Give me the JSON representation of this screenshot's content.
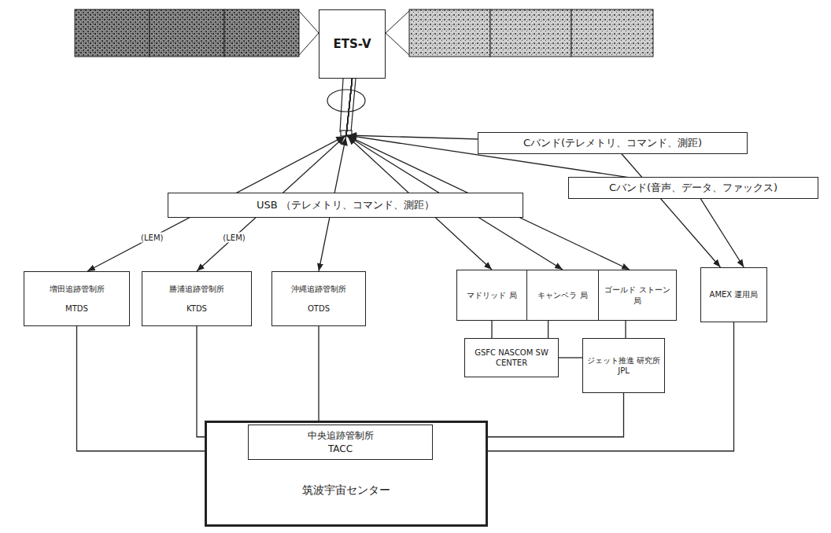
{
  "diagram": {
    "nodes": [
      {
        "text": [
          "ETS-V"
        ]
      },
      {
        "text": [
          "USB （テレメトリ、コマンド、測距）"
        ]
      },
      {
        "text": [
          "増田追跡管制所",
          "MTDS"
        ]
      },
      {
        "text": [
          "勝浦追跡管制所",
          "KTDS"
        ]
      },
      {
        "text": [
          "沖縄追跡管制所",
          "OTDS"
        ]
      },
      {
        "text": [
          "マドリッド 局"
        ]
      },
      {
        "text": [
          "キャンベラ 局"
        ]
      },
      {
        "text": [
          "ゴールド ストーン局"
        ]
      },
      {
        "text": [
          "AMEX 運用局"
        ]
      },
      {
        "text": [
          "GSFC NASCOM SW CENTER"
        ]
      },
      {
        "text": [
          "ジェット推進 研究所 JPL"
        ]
      },
      {
        "text": [
          "筑波宇宙センター"
        ]
      },
      {
        "text": [
          "中央追跡管制所",
          "TACC"
        ],
        "in": 11
      }
    ],
    "edges": [
      {
        "from": 0,
        "to": 2,
        "arrow": "both",
        "label": "(LEM)"
      },
      {
        "from": 0,
        "to": 3,
        "arrow": "both",
        "label": "(LEM)"
      },
      {
        "from": 0,
        "to": 4,
        "arrow": "both"
      },
      {
        "from": 0,
        "to": 5,
        "arrow": "both"
      },
      {
        "from": 0,
        "to": 6,
        "arrow": "both"
      },
      {
        "from": 0,
        "to": 7,
        "arrow": "both"
      },
      {
        "from": 0,
        "to": 8,
        "arrow": "both",
        "label": "Cバンド(テレメトリ、コマンド、測距)"
      },
      {
        "from": 0,
        "to": 8,
        "arrow": "both",
        "label": "Cバンド(音声、データ、ファックス)"
      },
      {
        "from": 2,
        "to": 12,
        "arrow": "none"
      },
      {
        "from": 3,
        "to": 12,
        "arrow": "none"
      },
      {
        "from": 4,
        "to": 12,
        "arrow": "none"
      },
      {
        "from": 5,
        "to": 9,
        "arrow": "none"
      },
      {
        "from": 6,
        "to": 9,
        "arrow": "none"
      },
      {
        "from": 7,
        "to": 10,
        "arrow": "none"
      },
      {
        "from": 9,
        "to": 10,
        "arrow": "none"
      },
      {
        "from": 10,
        "to": 12,
        "arrow": "none"
      },
      {
        "from": 8,
        "to": 12,
        "arrow": "none"
      }
    ]
  }
}
